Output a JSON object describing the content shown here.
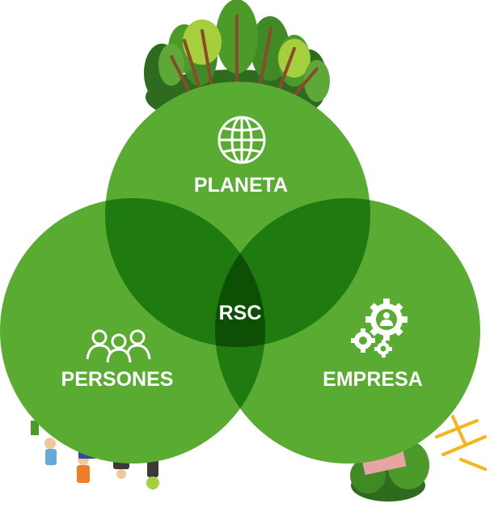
{
  "diagram": {
    "type": "venn",
    "sets": [
      {
        "id": "planeta",
        "label": "PLANETA",
        "icon": "globe-icon"
      },
      {
        "id": "persones",
        "label": "PERSONES",
        "icon": "people-group-icon"
      },
      {
        "id": "empresa",
        "label": "EMPRESA",
        "icon": "gears-person-icon"
      }
    ],
    "center": {
      "label": "RSC"
    }
  },
  "colors": {
    "circle": "#5aab32",
    "overlap_pair": "#1f7a10",
    "overlap_center": "#0d4f04",
    "text": "#ffffff",
    "tree_dark": "#2e6b1f",
    "tree_mid": "#4c9a2a",
    "tree_light": "#a6cf3e",
    "trunk": "#8a4b2a",
    "windmill": "#f5b51b"
  }
}
